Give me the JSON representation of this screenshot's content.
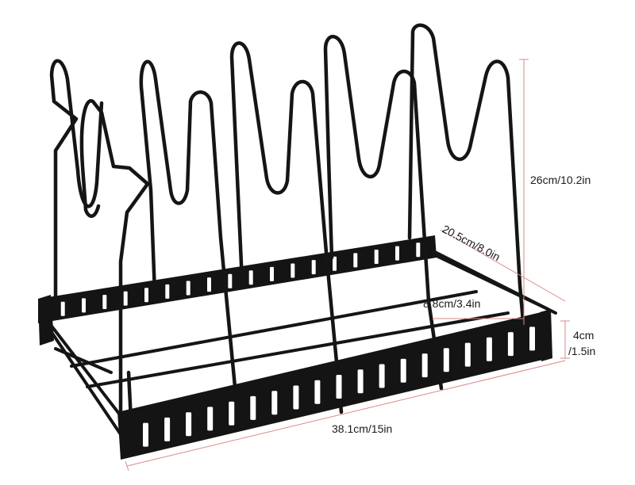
{
  "product": {
    "name": "pan organizer rack",
    "color": "#141414"
  },
  "dimensions": {
    "height": "26cm/10.2in",
    "depth": "20.5cm/8.0in",
    "divider_spacing": "8.8cm/3.4in",
    "base_height_line1": "4cm",
    "base_height_line2": "/1.5in",
    "length": "38.1cm/15in",
    "line_color": "#d98a8a"
  }
}
